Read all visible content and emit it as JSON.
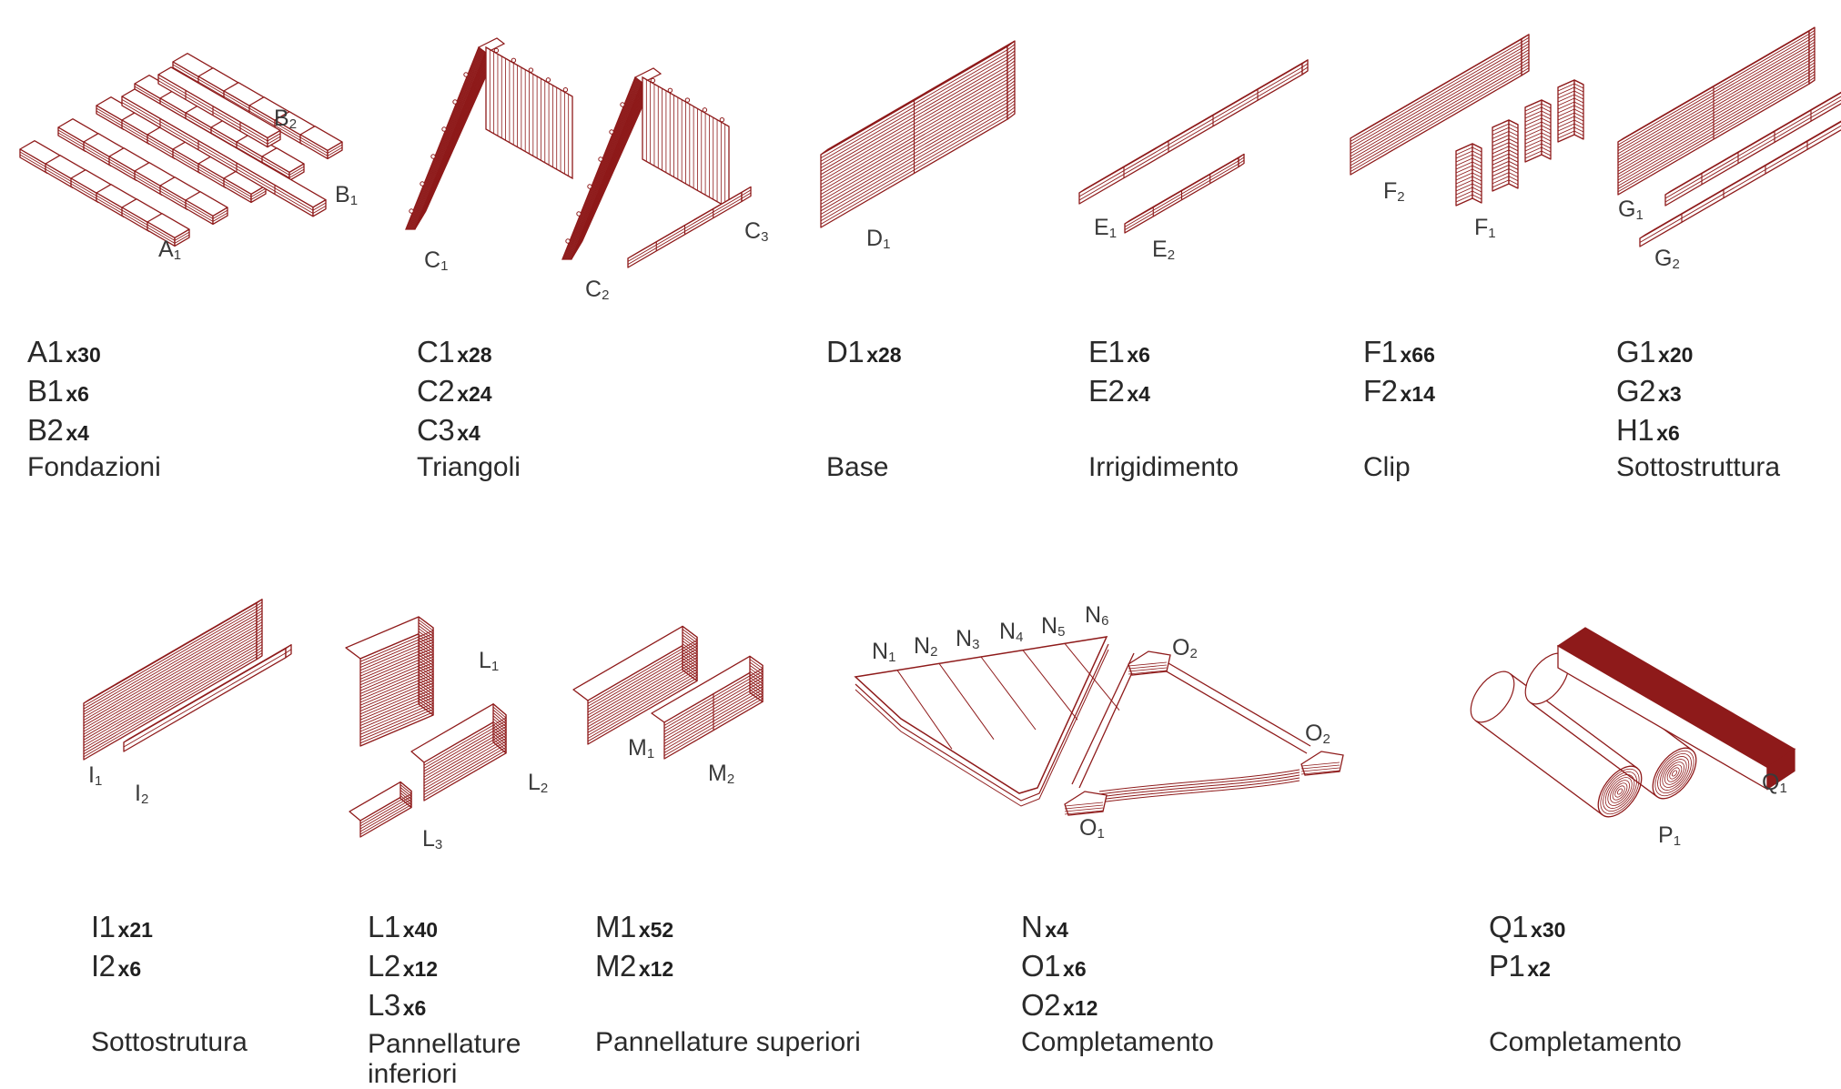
{
  "colors": {
    "accent": "#8e1a1a",
    "text": "#2a2a2a"
  },
  "groups": [
    {
      "id": "fondazioni",
      "items": [
        {
          "code": "A",
          "sub": "1",
          "qty": "x30"
        },
        {
          "code": "B",
          "sub": "1",
          "qty": "x6"
        },
        {
          "code": "B",
          "sub": "2",
          "qty": "x4"
        }
      ],
      "category": "Fondazioni"
    },
    {
      "id": "triangoli",
      "items": [
        {
          "code": "C",
          "sub": "1",
          "qty": "x28"
        },
        {
          "code": "C",
          "sub": "2",
          "qty": "x24"
        },
        {
          "code": "C",
          "sub": "3",
          "qty": "x4"
        }
      ],
      "category": "Triangoli"
    },
    {
      "id": "base",
      "items": [
        {
          "code": "D",
          "sub": "1",
          "qty": "x28"
        }
      ],
      "category": "Base"
    },
    {
      "id": "irrigidimento",
      "items": [
        {
          "code": "E",
          "sub": "1",
          "qty": "x6"
        },
        {
          "code": "E",
          "sub": "2",
          "qty": "x4"
        }
      ],
      "category": "Irrigidimento"
    },
    {
      "id": "clip",
      "items": [
        {
          "code": "F",
          "sub": "1",
          "qty": "x66"
        },
        {
          "code": "F",
          "sub": "2",
          "qty": "x14"
        }
      ],
      "category": "Clip"
    },
    {
      "id": "sottostruttura",
      "items": [
        {
          "code": "G",
          "sub": "1",
          "qty": "x20"
        },
        {
          "code": "G",
          "sub": "2",
          "qty": "x3"
        },
        {
          "code": "H",
          "sub": "1",
          "qty": "x6"
        }
      ],
      "category": "Sottostruttura"
    },
    {
      "id": "sottostrutura",
      "items": [
        {
          "code": "I",
          "sub": "1",
          "qty": "x21"
        },
        {
          "code": "I",
          "sub": "2",
          "qty": "x6"
        }
      ],
      "category": "Sottostrutura"
    },
    {
      "id": "pannellature-inferiori",
      "items": [
        {
          "code": "L",
          "sub": "1",
          "qty": "x40"
        },
        {
          "code": "L",
          "sub": "2",
          "qty": "x12"
        },
        {
          "code": "L",
          "sub": "3",
          "qty": "x6"
        }
      ],
      "category": "Pannellature inferiori"
    },
    {
      "id": "pannellature-superiori",
      "items": [
        {
          "code": "M",
          "sub": "1",
          "qty": "x52"
        },
        {
          "code": "M",
          "sub": "2",
          "qty": "x12"
        }
      ],
      "category": "Pannellature superiori"
    },
    {
      "id": "completamento-1",
      "items": [
        {
          "code": "N",
          "sub": "",
          "qty": "x4"
        },
        {
          "code": "O",
          "sub": "1",
          "qty": "x6"
        },
        {
          "code": "O",
          "sub": "2",
          "qty": "x12"
        }
      ],
      "category": "Completamento"
    },
    {
      "id": "completamento-2",
      "items": [
        {
          "code": "Q",
          "sub": "1",
          "qty": "x30"
        },
        {
          "code": "P",
          "sub": "1",
          "qty": "x2"
        }
      ],
      "category": "Completamento"
    }
  ],
  "drawing_labels": [
    {
      "code": "A",
      "sub": "1"
    },
    {
      "code": "B",
      "sub": "2"
    },
    {
      "code": "B",
      "sub": "1"
    },
    {
      "code": "C",
      "sub": "1"
    },
    {
      "code": "C",
      "sub": "2"
    },
    {
      "code": "C",
      "sub": "3"
    },
    {
      "code": "D",
      "sub": "1"
    },
    {
      "code": "E",
      "sub": "1"
    },
    {
      "code": "E",
      "sub": "2"
    },
    {
      "code": "F",
      "sub": "2"
    },
    {
      "code": "F",
      "sub": "1"
    },
    {
      "code": "G",
      "sub": "1"
    },
    {
      "code": "G",
      "sub": "2"
    },
    {
      "code": "I",
      "sub": "1"
    },
    {
      "code": "I",
      "sub": "2"
    },
    {
      "code": "L",
      "sub": "1"
    },
    {
      "code": "L",
      "sub": "2"
    },
    {
      "code": "L",
      "sub": "3"
    },
    {
      "code": "M",
      "sub": "1"
    },
    {
      "code": "M",
      "sub": "2"
    },
    {
      "code": "N",
      "sub": "1"
    },
    {
      "code": "N",
      "sub": "2"
    },
    {
      "code": "N",
      "sub": "3"
    },
    {
      "code": "N",
      "sub": "4"
    },
    {
      "code": "N",
      "sub": "5"
    },
    {
      "code": "N",
      "sub": "6"
    },
    {
      "code": "O",
      "sub": "2"
    },
    {
      "code": "O",
      "sub": "2"
    },
    {
      "code": "O",
      "sub": "1"
    },
    {
      "code": "Q",
      "sub": "1"
    },
    {
      "code": "P",
      "sub": "1"
    }
  ]
}
